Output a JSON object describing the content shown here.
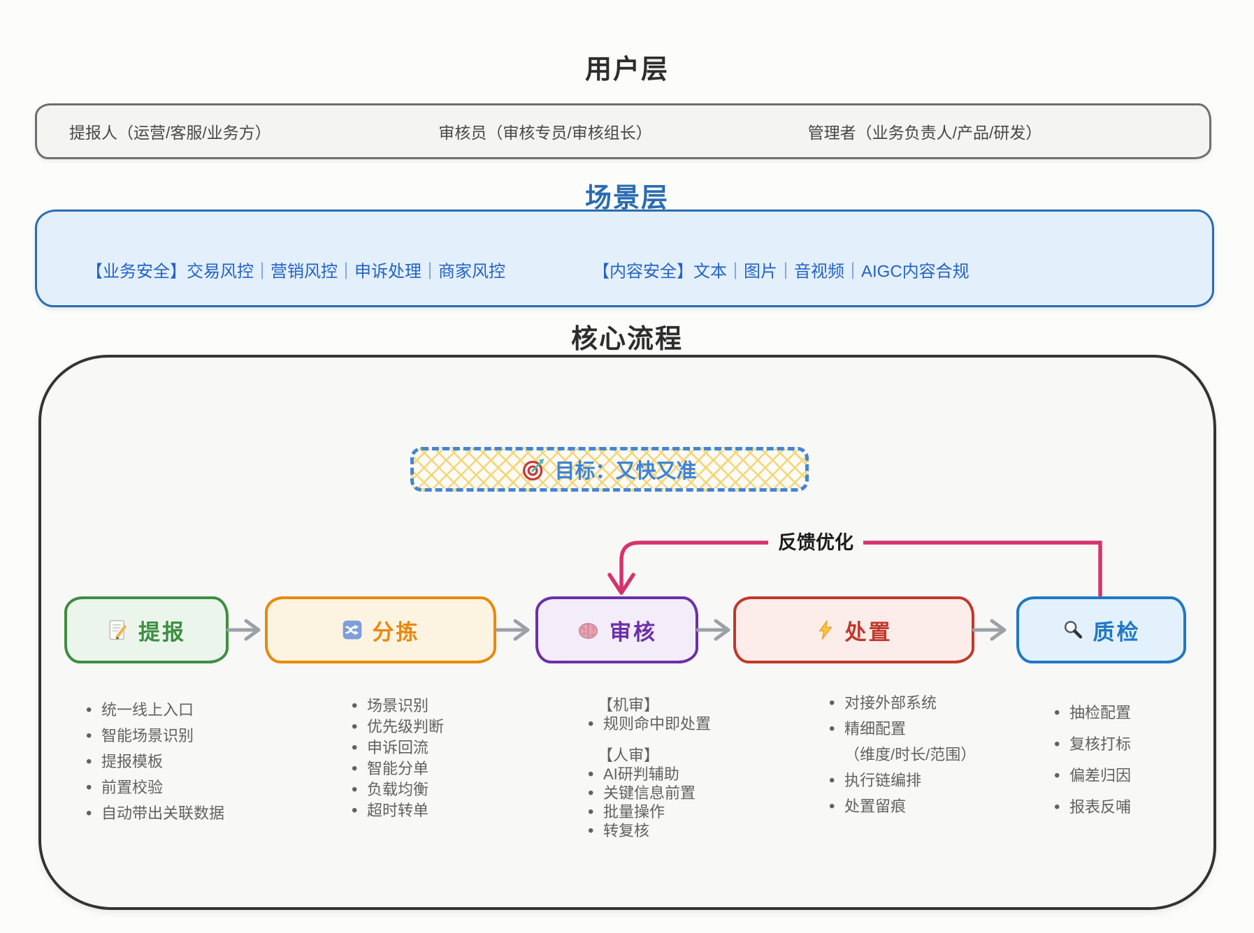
{
  "user_layer": {
    "title": "用户层",
    "roles": [
      "提报人（运营/客服/业务方）",
      "审核员（审核专员/审核组长）",
      "管理者（业务负责人/产品/研发）"
    ]
  },
  "scenario_layer": {
    "title": "场景层",
    "groups": [
      "【业务安全】交易风控｜营销风控｜申诉处理｜商家风控",
      "【内容安全】文本｜图片｜音视频｜AIGC内容合规"
    ]
  },
  "core": {
    "title": "核心流程",
    "goal": {
      "icon": "target-icon",
      "text": "目标：又快又准"
    },
    "feedback_label": "反馈优化",
    "steps": [
      {
        "id": "tibao",
        "icon": "memo-icon",
        "label": "提报",
        "color": "#3e8e41",
        "fill": "#ecf5ec",
        "notes": [
          {
            "heading": null,
            "items": [
              "统一线上入口",
              "智能场景识别",
              "提报模板",
              "前置校验",
              "自动带出关联数据"
            ]
          }
        ]
      },
      {
        "id": "fenjian",
        "icon": "shuffle-icon",
        "label": "分拣",
        "color": "#e8890c",
        "fill": "#fdf3e1",
        "notes": [
          {
            "heading": null,
            "items": [
              "场景识别",
              "优先级判断",
              "申诉回流",
              "智能分单",
              "负载均衡",
              "超时转单"
            ]
          }
        ]
      },
      {
        "id": "shenhe",
        "icon": "brain-icon",
        "label": "审核",
        "color": "#6c2fa8",
        "fill": "#f3ecf9",
        "notes": [
          {
            "heading": "【机审】",
            "items": [
              "规则命中即处置"
            ]
          },
          {
            "heading": "【人审】",
            "items": [
              "AI研判辅助",
              "关键信息前置",
              "批量操作",
              "转复核"
            ]
          }
        ]
      },
      {
        "id": "chuzhi",
        "icon": "lightning-icon",
        "label": "处置",
        "color": "#c0392b",
        "fill": "#fcecea",
        "notes": [
          {
            "heading": null,
            "items": [
              "对接外部系统",
              "精细配置",
              {
                "text": "（维度/时长/范围）",
                "continuation": true
              },
              "执行链编排",
              "处置留痕"
            ]
          }
        ]
      },
      {
        "id": "zhijian",
        "icon": "magnifier-icon",
        "label": "质检",
        "color": "#2178c4",
        "fill": "#e2f1fb",
        "notes": [
          {
            "heading": null,
            "items": [
              "抽检配置",
              "复核打标",
              "偏差归因",
              "报表反哺"
            ]
          }
        ]
      }
    ]
  },
  "accents": {
    "feedback": "#d6336c",
    "goal_text": "#3f83d9",
    "goal_border": "#4285d8",
    "goal_hatch": "#f3d67a",
    "scenario_border": "#2b6cb0",
    "scenario_bg": "#e3effb",
    "scenario_text": "#2463c3",
    "user_border": "#6f6f6f",
    "user_bg": "#f4f4f3",
    "user_text": "#474747",
    "core_border": "#343434",
    "core_bg": "#f8f8f7",
    "flow_arrow": "#9aa2a8",
    "notes_text": "#616161",
    "title_text": "#2d2d2d",
    "page_bg": "#fcfcfb"
  }
}
